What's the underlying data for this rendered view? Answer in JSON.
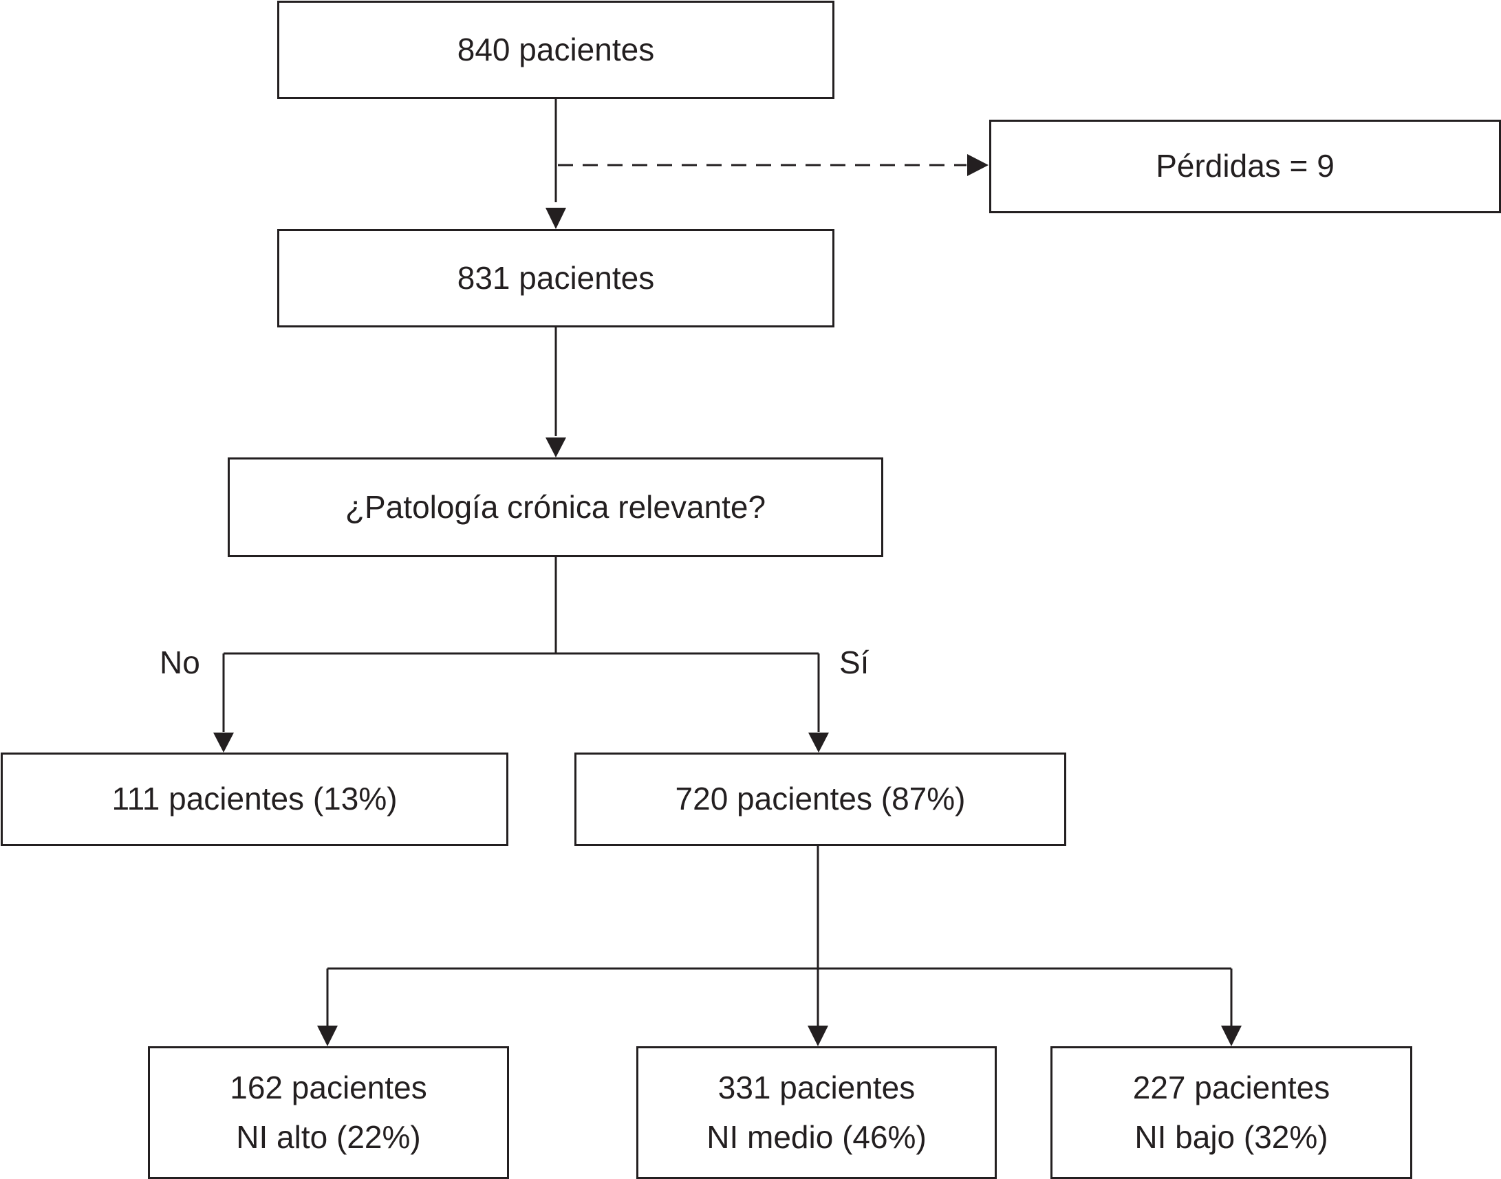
{
  "nodes": {
    "start": "840 pacientes",
    "losses": "Pérdidas = 9",
    "after_losses": "831 pacientes",
    "question": "¿Patología crónica relevante?",
    "no_branch": "111 pacientes (13%)",
    "yes_branch": "720 pacientes (87%)",
    "ni_high": {
      "count": "162 pacientes",
      "level": "NI alto (22%)"
    },
    "ni_mid": {
      "count": "331 pacientes",
      "level": "NI medio (46%)"
    },
    "ni_low": {
      "count": "227 pacientes",
      "level": "NI bajo (32%)"
    }
  },
  "edge_labels": {
    "no": "No",
    "yes": "Sí"
  },
  "colors": {
    "line": "#231f20",
    "background": "#ffffff"
  }
}
